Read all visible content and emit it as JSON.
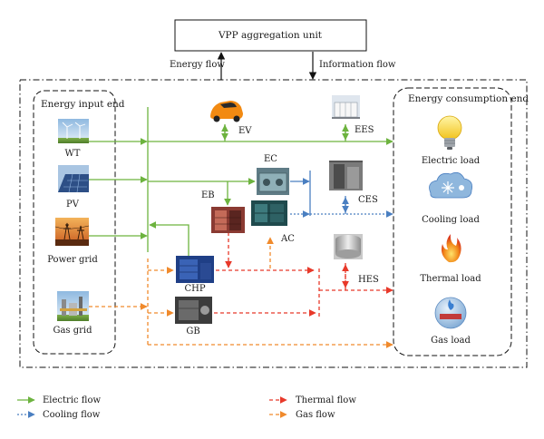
{
  "header": {
    "vpp_unit": "VPP aggregation unit",
    "energy_flow": "Energy flow",
    "information_flow": "Information flow"
  },
  "input_panel": {
    "title": "Energy input end",
    "items": [
      "WT",
      "PV",
      "Power grid",
      "Gas grid"
    ]
  },
  "consumption_panel": {
    "title": "Energy consumption end",
    "items": [
      "Electric load",
      "Cooling load",
      "Thermal load",
      "Gas load"
    ]
  },
  "devices": {
    "ev": "EV",
    "ees": "EES",
    "ec": "EC",
    "eb": "EB",
    "ac": "AC",
    "ces": "CES",
    "chp": "CHP",
    "gb": "GB",
    "hes": "HES"
  },
  "legend": {
    "electric": "Electric flow",
    "cooling": "Cooling flow",
    "thermal": "Thermal flow",
    "gas": "Gas flow"
  },
  "colors": {
    "electric": "#6db33f",
    "cooling": "#4a7fc1",
    "thermal": "#e8392a",
    "gas": "#f08a2c"
  }
}
